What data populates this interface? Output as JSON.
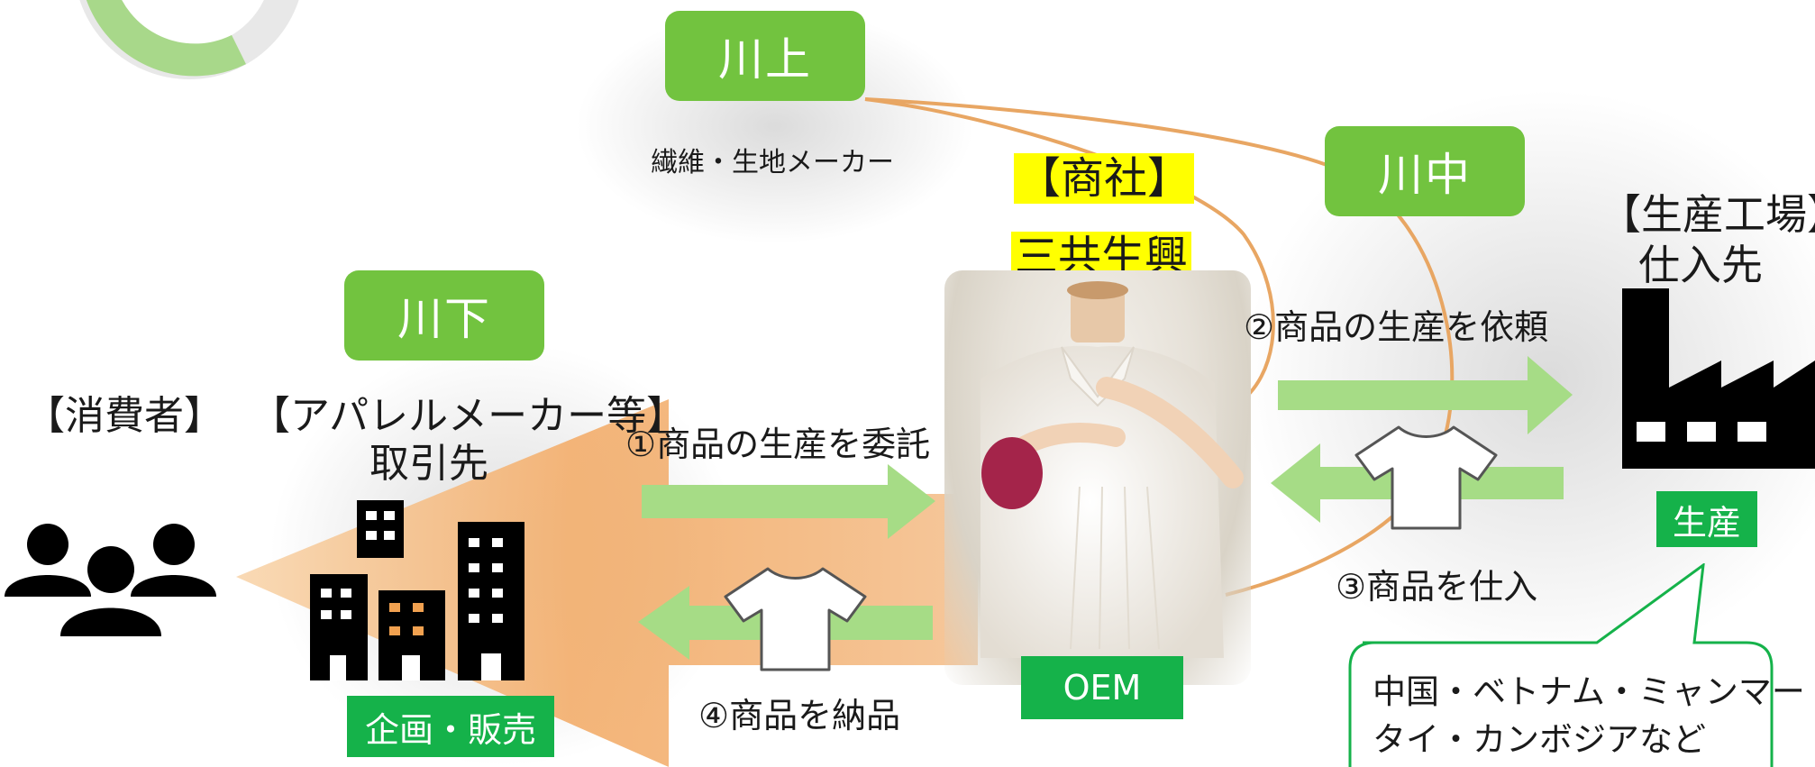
{
  "stages": {
    "upstream": "川上",
    "midstream": "川中",
    "downstream": "川下"
  },
  "upstream_desc": "繊維・生地メーカー",
  "trading_company": {
    "label": "【商社】",
    "name": "三共生興"
  },
  "factory": {
    "label": "【生産工場】",
    "sub": "仕入先",
    "tag": "生産"
  },
  "consumer": "【消費者】",
  "apparel": {
    "label": "【アパレルメーカー等】",
    "sub": "取引先",
    "tag": "企画・販売"
  },
  "flows": {
    "step1": "①商品の生産を委託",
    "step2": "②商品の生産を依頼",
    "step3": "③商品を仕入",
    "step4": "④商品を納品"
  },
  "oem": "OEM",
  "callout": {
    "line1": "中国・ベトナム・ミャンマー・",
    "line2": "タイ・カンボジアなど"
  },
  "colors": {
    "pill_green": "#72c33f",
    "tag_green": "#15b24a",
    "arrow_light_green": "#a6dc86",
    "big_arrow_orange": "#f1a150",
    "highlight_yellow": "#ffff00"
  }
}
